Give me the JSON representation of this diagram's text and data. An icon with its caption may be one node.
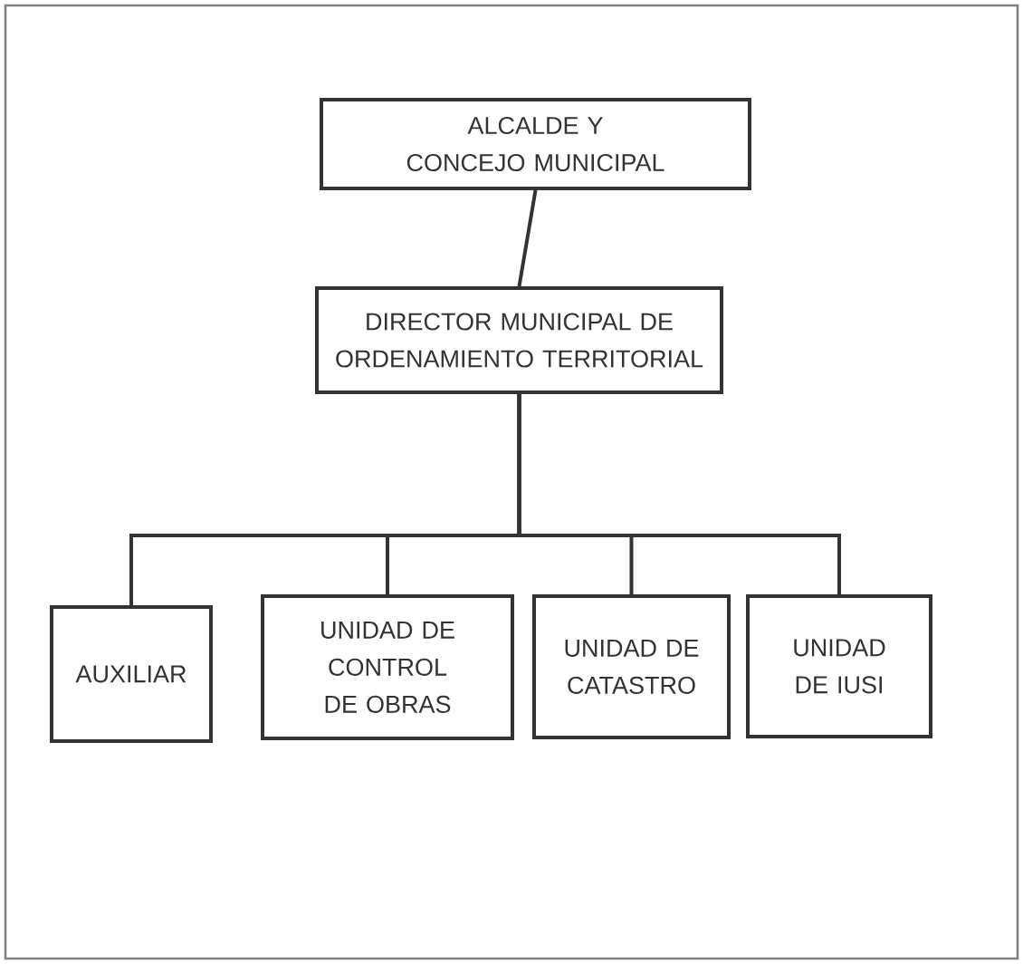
{
  "diagram": {
    "nodes": [
      {
        "text": [
          "ALCALDE Y CONCEJO MUNICIPAL"
        ]
      },
      {
        "text": [
          "DIRECTOR MUNICIPAL DE ORDENAMIENTO TERRITORIAL"
        ]
      },
      {
        "text": [
          "AUXILIAR"
        ]
      },
      {
        "text": [
          "UNIDAD DE CONTROL DE OBRAS"
        ]
      },
      {
        "text": [
          "UNIDAD DE CATASTRO"
        ]
      },
      {
        "text": [
          "UNIDAD DE IUSI"
        ]
      }
    ],
    "edges": [
      {
        "from": 0,
        "to": 1,
        "arrow": "none"
      },
      {
        "from": 1,
        "to": 2,
        "arrow": "none"
      },
      {
        "from": 1,
        "to": 3,
        "arrow": "none"
      },
      {
        "from": 1,
        "to": 4,
        "arrow": "none"
      },
      {
        "from": 1,
        "to": 5,
        "arrow": "none"
      }
    ]
  }
}
